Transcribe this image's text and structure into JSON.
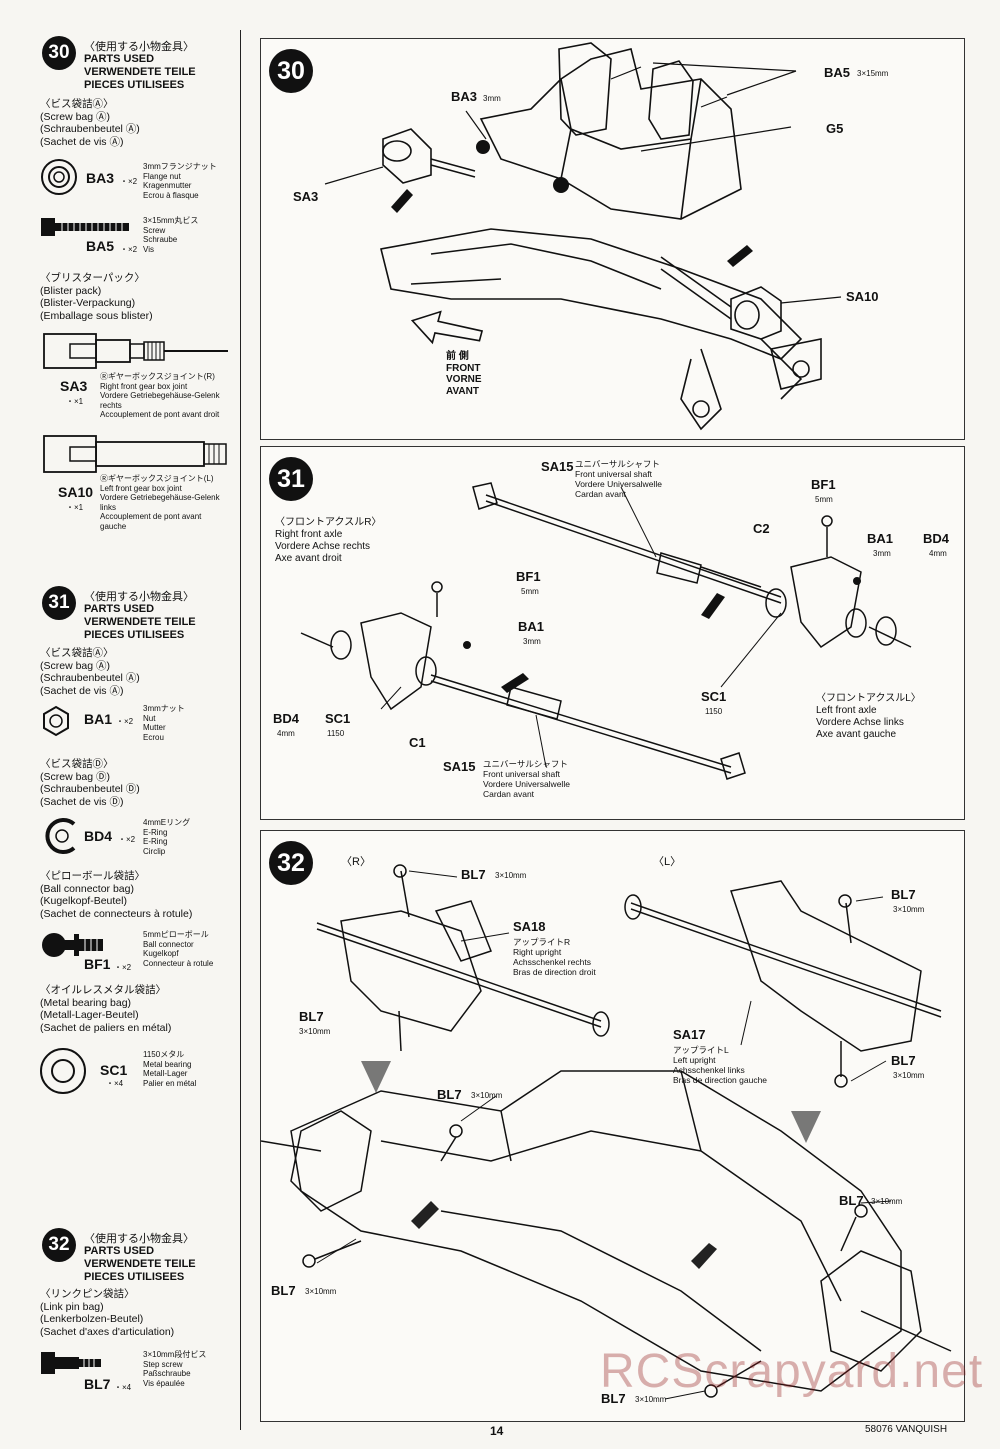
{
  "sidebar": {
    "s30": {
      "step": "30",
      "jp": "〈使用する小物金具〉",
      "en": [
        "PARTS USED",
        "VERWENDETE TEILE",
        "PIECES UTILISEES"
      ],
      "bag1": [
        "〈ビス袋詰Ⓐ〉",
        "(Screw bag Ⓐ)",
        "(Schraubenbeutel Ⓐ)",
        "(Sachet de vis Ⓐ)"
      ],
      "ba3": {
        "code": "BA3",
        "qty": "・×2",
        "desc": [
          "3mmフランジナット",
          "Flange nut",
          "Kragenmutter",
          "Ecrou à flasque"
        ]
      },
      "ba5": {
        "code": "BA5",
        "qty": "・×2",
        "desc": [
          "3×15mm丸ビス",
          "Screw",
          "Schraube",
          "Vis"
        ]
      },
      "bag2": [
        "〈ブリスターパック〉",
        "(Blister pack)",
        "(Blister-Verpackung)",
        "(Emballage sous blister)"
      ],
      "sa3": {
        "code": "SA3",
        "qty": "・×1",
        "desc": [
          "Ⓡギヤーボックスジョイント(R)",
          "Right front gear box joint",
          "Vordere Getriebegehäuse-Gelenk",
          "rechts",
          "Accouplement de pont avant droit"
        ]
      },
      "sa10": {
        "code": "SA10",
        "qty": "・×1",
        "desc": [
          "Ⓡギヤーボックスジョイント(L)",
          "Left front gear box joint",
          "Vordere Getriebegehäuse-Gelenk",
          "links",
          "Accouplement de pont avant",
          "gauche"
        ]
      }
    },
    "s31": {
      "step": "31",
      "jp": "〈使用する小物金具〉",
      "en": [
        "PARTS USED",
        "VERWENDETE TEILE",
        "PIECES UTILISEES"
      ],
      "bag1": [
        "〈ビス袋詰Ⓐ〉",
        "(Screw bag Ⓐ)",
        "(Schraubenbeutel Ⓐ)",
        "(Sachet de vis Ⓐ)"
      ],
      "ba1": {
        "code": "BA1",
        "qty": "・×2",
        "desc": [
          "3mmナット",
          "Nut",
          "Mutter",
          "Ecrou"
        ]
      },
      "bag2": [
        "〈ビス袋詰Ⓓ〉",
        "(Screw bag Ⓓ)",
        "(Schraubenbeutel Ⓓ)",
        "(Sachet de vis Ⓓ)"
      ],
      "bd4": {
        "code": "BD4",
        "qty": "・×2",
        "desc": [
          "4mmEリング",
          "E-Ring",
          "E-Ring",
          "Circlip"
        ]
      },
      "bag3": [
        "〈ピローボール袋詰〉",
        "(Ball connector bag)",
        "(Kugelkopf-Beutel)",
        "(Sachet de connecteurs à rotule)"
      ],
      "bf1": {
        "code": "BF1",
        "qty": "・×2",
        "desc": [
          "5mmピローボール",
          "Ball connector",
          "Kugelkopf",
          "Connecteur à rotule"
        ]
      },
      "bag4": [
        "〈オイルレスメタル袋詰〉",
        "(Metal bearing bag)",
        "(Metall-Lager-Beutel)",
        "(Sachet de paliers en métal)"
      ],
      "sc1": {
        "code": "SC1",
        "qty": "・×4",
        "desc": [
          "1150メタル",
          "Metal bearing",
          "Metall-Lager",
          "Palier en métal"
        ]
      }
    },
    "s32": {
      "step": "32",
      "jp": "〈使用する小物金具〉",
      "en": [
        "PARTS USED",
        "VERWENDETE TEILE",
        "PIECES UTILISEES"
      ],
      "bag1": [
        "〈リンクピン袋詰〉",
        "(Link pin bag)",
        "(Lenkerbolzen-Beutel)",
        "(Sachet d'axes d'articulation)"
      ],
      "bl7": {
        "code": "BL7",
        "qty": "・×4",
        "desc": [
          "3×10mm段付ビス",
          "Step screw",
          "Paßschraube",
          "Vis épaulée"
        ]
      }
    }
  },
  "panel30": {
    "step": "30",
    "ba5": "BA5",
    "ba5_size": "3×15mm",
    "ba3": "BA3",
    "ba3_size": "3mm",
    "g5": "G5",
    "sa3": "SA3",
    "sa10": "SA10",
    "front": [
      "前 側",
      "FRONT",
      "VORNE",
      "AVANT"
    ]
  },
  "panel31": {
    "step": "31",
    "sa15_top": "SA15",
    "sa15_top_desc": [
      "ユニバーサルシャフト",
      "Front universal shaft",
      "Vordere Universalwelle",
      "Cardan avant"
    ],
    "right_axle": [
      "〈フロントアクスルR〉",
      "Right front axle",
      "Vordere Achse rechts",
      "Axe avant droit"
    ],
    "bf1_r": "BF1",
    "bf1_r_size": "5mm",
    "ba1_r": "BA1",
    "ba1_r_size": "3mm",
    "bd4_r": "BD4",
    "bd4_r_size": "4mm",
    "sc1_r": "SC1",
    "sc1_r_size": "1150",
    "c1": "C1",
    "sa15_bot": "SA15",
    "sa15_bot_desc": [
      "ユニバーサルシャフト",
      "Front universal shaft",
      "Vordere Universalwelle",
      "Cardan avant"
    ],
    "bf1_l": "BF1",
    "bf1_l_size": "5mm",
    "c2": "C2",
    "ba1_l": "BA1",
    "ba1_l_size": "3mm",
    "bd4_l": "BD4",
    "bd4_l_size": "4mm",
    "sc1_l": "SC1",
    "sc1_l_size": "1150",
    "left_axle": [
      "〈フロントアクスルL〉",
      "Left front axle",
      "Vordere Achse links",
      "Axe avant gauche"
    ]
  },
  "panel32": {
    "step": "32",
    "r": "〈R〉",
    "l": "〈L〉",
    "bl7_a": "BL7",
    "bl7_a_size": "3×10mm",
    "sa18": "SA18",
    "sa18_desc": [
      "アップライトR",
      "Right upright",
      "Achsschenkel rechts",
      "Bras de direction droit"
    ],
    "bl7_b": "BL7",
    "bl7_b_size": "3×10mm",
    "bl7_c": "BL7",
    "bl7_c_size": "3×10mm",
    "sa17": "SA17",
    "sa17_desc": [
      "アップライトL",
      "Left upright",
      "Achsschenkel links",
      "Bras de direction gauche"
    ],
    "bl7_d": "BL7",
    "bl7_d_size": "3×10mm",
    "bl7_e": "BL7",
    "bl7_e_size": "3×10mm",
    "bl7_f": "BL7",
    "bl7_f_size": "3×10mm",
    "bl7_g": "BL7",
    "bl7_g_size": "3×10mm",
    "bl7_h": "BL7",
    "bl7_h_size": "3×10mm"
  },
  "footer": {
    "page": "14",
    "model": "58076 VANQUISH",
    "watermark": "RCScrapyard.net"
  }
}
